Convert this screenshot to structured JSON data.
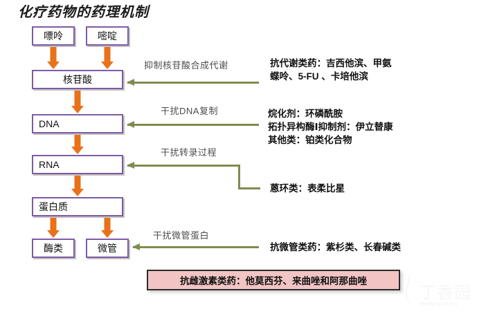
{
  "title": "化疗药物的药理机制",
  "colors": {
    "box_border": "#7d5aa6",
    "down_arrow": "#e8711a",
    "green_arrow": "#7f8b4e",
    "pink_fill": "#f2c4c4",
    "label_text": "#4d4d4d"
  },
  "flow_boxes": [
    {
      "id": "purine",
      "label": "嘌呤"
    },
    {
      "id": "pyrimidine",
      "label": "嘧啶"
    },
    {
      "id": "nucleotide",
      "label": "核苷酸"
    },
    {
      "id": "dna",
      "label": "DNA"
    },
    {
      "id": "rna",
      "label": "RNA"
    },
    {
      "id": "protein",
      "label": "蛋白质"
    },
    {
      "id": "enzymes",
      "label": "酶类"
    },
    {
      "id": "microtubules",
      "label": "微管"
    }
  ],
  "mechanism_labels": [
    {
      "id": "nucleotide-synth",
      "text": "抑制核苷酸合成代谢"
    },
    {
      "id": "dna-replication",
      "text": "干扰DNA复制"
    },
    {
      "id": "transcription",
      "text": "干扰转录过程"
    },
    {
      "id": "tubulin",
      "text": "干扰微管蛋白"
    }
  ],
  "drug_groups": [
    {
      "id": "antimetabolites",
      "lines": [
        "抗代谢类药：吉西他滨、甲氨",
        "蝶呤、5-FU 、卡培他滨"
      ]
    },
    {
      "id": "dna-damaging",
      "lines": [
        "烷化剂：环磷酰胺",
        "拓扑异构酶Ⅰ抑制剂：伊立替康",
        "其他类：铂类化合物"
      ]
    },
    {
      "id": "anthracyclines",
      "lines": [
        "蒽环类：表柔比星"
      ]
    },
    {
      "id": "antimicrotubule",
      "lines": [
        "抗微管类药：紫杉类、长春碱类"
      ]
    }
  ],
  "antiestrogen": {
    "text": "抗雌激素类药：他莫西芬、来曲唑和阿那曲唑"
  },
  "watermark": {
    "brand": "丁香园",
    "url": "WWW.DXY.CN"
  }
}
